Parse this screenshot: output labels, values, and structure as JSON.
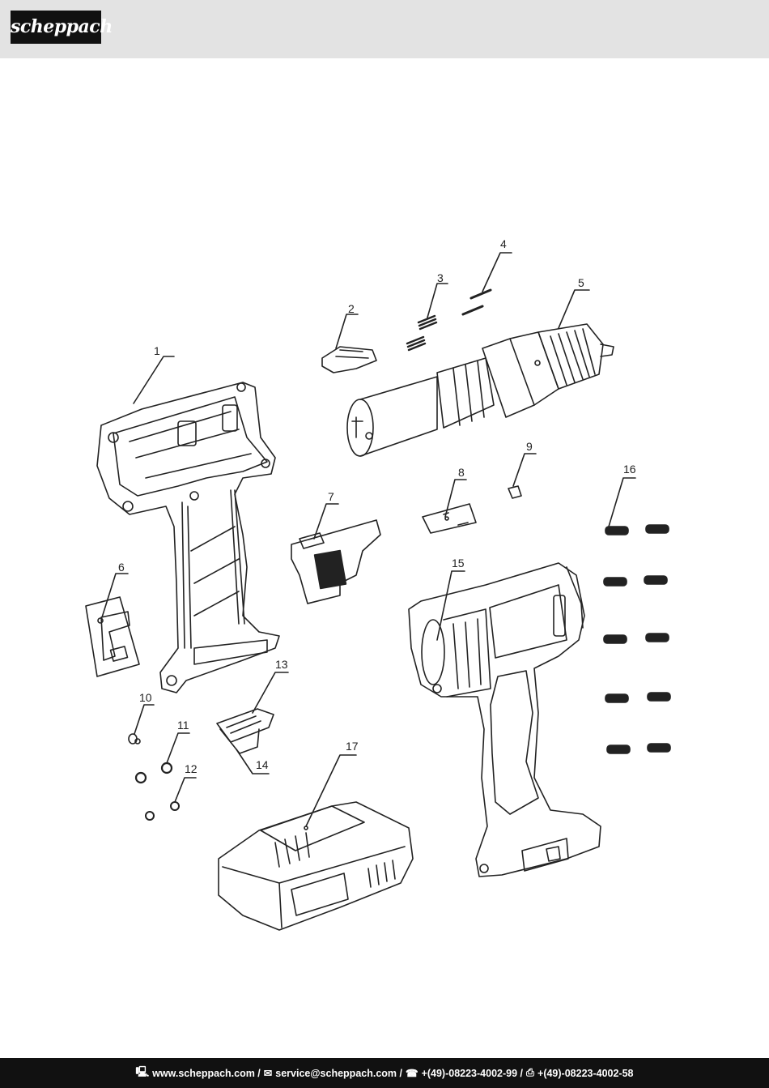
{
  "header": {
    "logo_text": "scheppach",
    "brand_color": "#111111",
    "band_color": "#e3e3e3"
  },
  "diagram": {
    "parts": [
      {
        "id": 1,
        "label": "1",
        "component": "left-housing"
      },
      {
        "id": 2,
        "label": "2",
        "component": "direction-switch"
      },
      {
        "id": 3,
        "label": "3",
        "component": "spring"
      },
      {
        "id": 4,
        "label": "4",
        "component": "pin"
      },
      {
        "id": 5,
        "label": "5",
        "component": "motor-gearbox-chuck"
      },
      {
        "id": 6,
        "label": "6",
        "component": "plate"
      },
      {
        "id": 7,
        "label": "7",
        "component": "trigger-switch"
      },
      {
        "id": 8,
        "label": "8",
        "component": "led-board"
      },
      {
        "id": 9,
        "label": "9",
        "component": "small-clip"
      },
      {
        "id": 10,
        "label": "10",
        "component": "screw"
      },
      {
        "id": 11,
        "label": "11",
        "component": "nut"
      },
      {
        "id": 12,
        "label": "12",
        "component": "nut"
      },
      {
        "id": 13,
        "label": "13",
        "component": "battery-contact-terminal"
      },
      {
        "id": 14,
        "label": "14",
        "component": "terminal-holder"
      },
      {
        "id": 15,
        "label": "15",
        "component": "right-housing"
      },
      {
        "id": 16,
        "label": "16",
        "component": "screws"
      },
      {
        "id": 17,
        "label": "17",
        "component": "battery-pack"
      }
    ]
  },
  "footer": {
    "web_icon": "computer-icon",
    "web": "www.scheppach.com /",
    "mail_icon": "envelope-icon",
    "mail": "service@scheppach.com /",
    "phone_icon": "phone-icon",
    "phone": "+(49)-08223-4002-99 /",
    "fax_icon": "fax-icon",
    "fax": "+(49)-08223-4002-58"
  }
}
